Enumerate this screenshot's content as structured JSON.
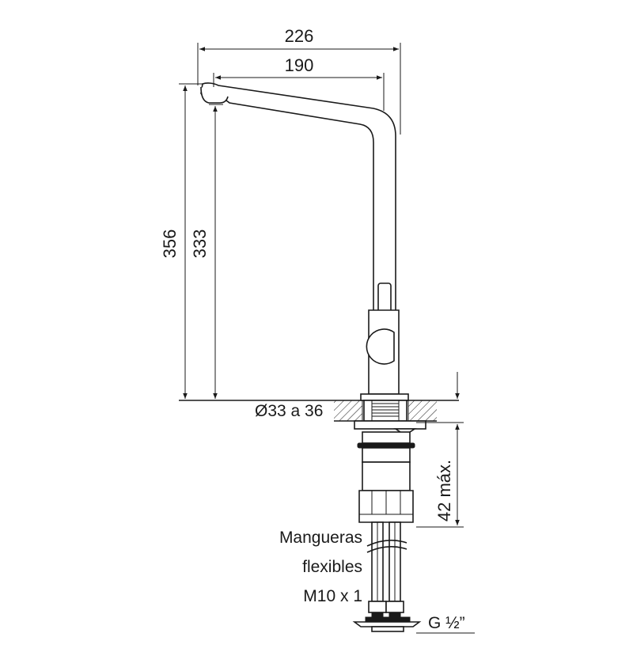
{
  "dimensions": {
    "total_reach": "226",
    "spout_reach": "190",
    "total_height": "356",
    "spout_height": "333",
    "hole_diameter": "Ø33 a 36",
    "max_thickness": "42 máx."
  },
  "labels": {
    "hoses_line1": "Mangueras",
    "hoses_line2": "flexibles",
    "hoses_line3": "M10 x 1",
    "connection": "G ½”"
  },
  "colors": {
    "line": "#1a1a1a",
    "background": "#ffffff"
  }
}
